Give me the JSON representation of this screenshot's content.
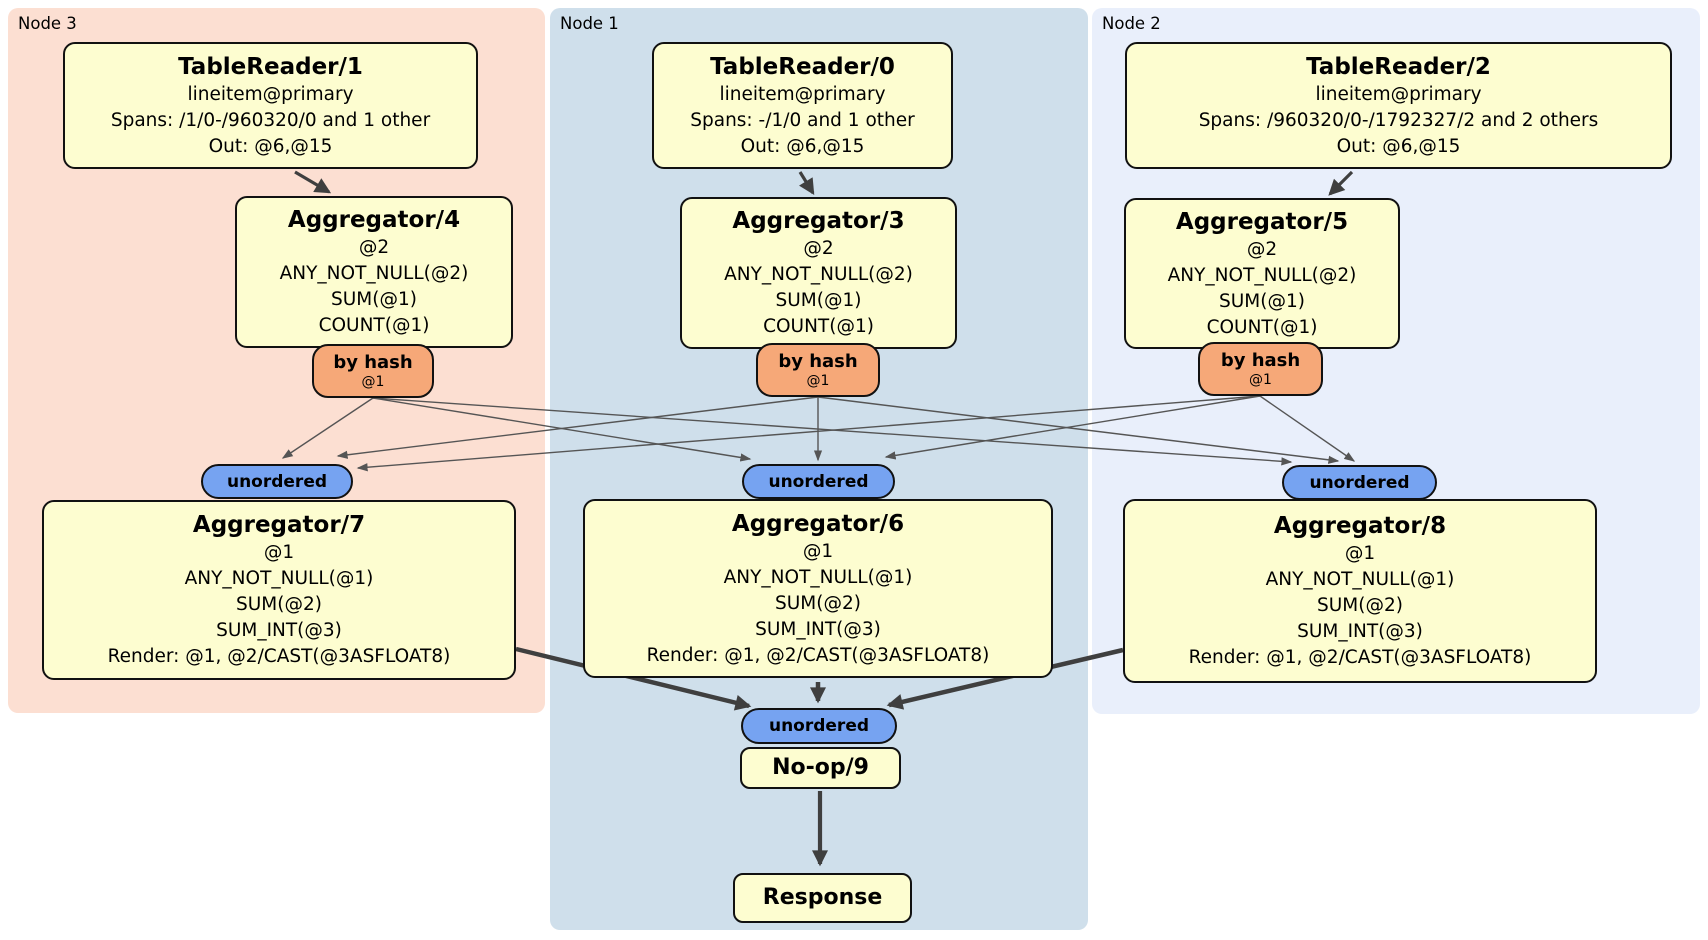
{
  "panels": [
    {
      "label": "Node 3"
    },
    {
      "label": "Node 1"
    },
    {
      "label": "Node 2"
    }
  ],
  "processors": {
    "tr1": {
      "title": "TableReader/1",
      "lines": [
        "lineitem@primary",
        "Spans: /1/0-/960320/0 and 1 other",
        "Out: @6,@15"
      ]
    },
    "tr0": {
      "title": "TableReader/0",
      "lines": [
        "lineitem@primary",
        "Spans: -/1/0 and 1 other",
        "Out: @6,@15"
      ]
    },
    "tr2": {
      "title": "TableReader/2",
      "lines": [
        "lineitem@primary",
        "Spans: /960320/0-/1792327/2 and 2 others",
        "Out: @6,@15"
      ]
    },
    "agg4": {
      "title": "Aggregator/4",
      "lines": [
        "@2",
        "ANY_NOT_NULL(@2)",
        "SUM(@1)",
        "COUNT(@1)"
      ]
    },
    "agg3": {
      "title": "Aggregator/3",
      "lines": [
        "@2",
        "ANY_NOT_NULL(@2)",
        "SUM(@1)",
        "COUNT(@1)"
      ]
    },
    "agg5": {
      "title": "Aggregator/5",
      "lines": [
        "@2",
        "ANY_NOT_NULL(@2)",
        "SUM(@1)",
        "COUNT(@1)"
      ]
    },
    "agg7": {
      "title": "Aggregator/7",
      "lines": [
        "@1",
        "ANY_NOT_NULL(@1)",
        "SUM(@2)",
        "SUM_INT(@3)",
        "Render: @1, @2/CAST(@3ASFLOAT8)"
      ]
    },
    "agg6": {
      "title": "Aggregator/6",
      "lines": [
        "@1",
        "ANY_NOT_NULL(@1)",
        "SUM(@2)",
        "SUM_INT(@3)",
        "Render: @1, @2/CAST(@3ASFLOAT8)"
      ]
    },
    "agg8": {
      "title": "Aggregator/8",
      "lines": [
        "@1",
        "ANY_NOT_NULL(@1)",
        "SUM(@2)",
        "SUM_INT(@3)",
        "Render: @1, @2/CAST(@3ASFLOAT8)"
      ]
    },
    "noop": {
      "title": "No-op/9"
    },
    "response": {
      "title": "Response"
    }
  },
  "router": {
    "label": "by hash",
    "key": "@1"
  },
  "stream": {
    "unordered_label": "unordered"
  },
  "colors": {
    "node3_bg": "#fcdfd2",
    "node1_bg": "#cfdfeb",
    "node2_bg": "#e9effb",
    "processor_fill": "#fdfdd0",
    "router_fill": "#f6a878",
    "sync_fill": "#76a3f1",
    "edge_thick": "#3f3f3f",
    "edge_thin": "#555555",
    "border": "#111111"
  }
}
